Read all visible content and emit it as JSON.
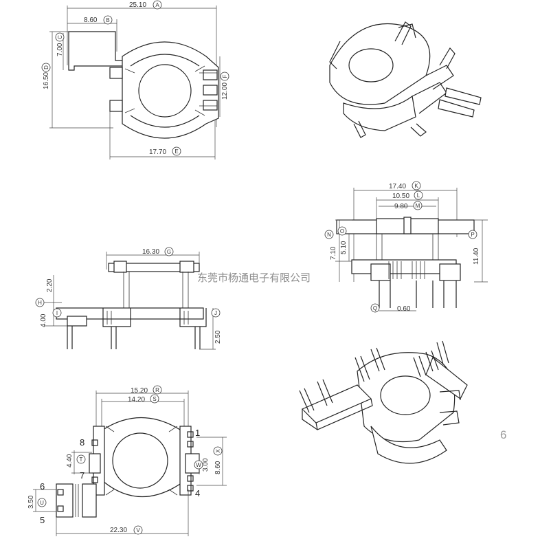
{
  "watermark": "东莞市杨通电子有限公司",
  "page_number": "6",
  "top_view": {
    "dims": [
      {
        "value": "25.10",
        "label": "A"
      },
      {
        "value": "8.60",
        "label": "B"
      },
      {
        "value": "7.00",
        "label": "C"
      },
      {
        "value": "16.50",
        "label": "D"
      },
      {
        "value": "17.70",
        "label": "E"
      },
      {
        "value": "12.00",
        "label": "F"
      }
    ]
  },
  "side_view": {
    "dims": [
      {
        "value": "16.30",
        "label": "G"
      },
      {
        "value": "2.20",
        "label": ""
      },
      {
        "value": "4.00",
        "label": "H"
      },
      {
        "value": "",
        "label": "I"
      },
      {
        "value": "",
        "label": "J"
      },
      {
        "value": "2.50",
        "label": ""
      }
    ]
  },
  "front_view": {
    "dims": [
      {
        "value": "17.40",
        "label": "K"
      },
      {
        "value": "10.50",
        "label": "L"
      },
      {
        "value": "9.80",
        "label": "M"
      },
      {
        "value": "7.10",
        "label": "N"
      },
      {
        "value": "5.10",
        "label": "O"
      },
      {
        "value": "11.40",
        "label": "P"
      },
      {
        "value": "0.60",
        "label": "Q"
      }
    ]
  },
  "bottom_view": {
    "dims": [
      {
        "value": "15.20",
        "label": "R"
      },
      {
        "value": "14.20",
        "label": "S"
      },
      {
        "value": "4.40",
        "label": "T"
      },
      {
        "value": "3.50",
        "label": "U"
      },
      {
        "value": "22.30",
        "label": "V"
      },
      {
        "value": "3.00",
        "label": "W"
      },
      {
        "value": "8.60",
        "label": "X"
      }
    ],
    "pins": [
      "1",
      "4",
      "5",
      "6",
      "7",
      "8"
    ]
  }
}
